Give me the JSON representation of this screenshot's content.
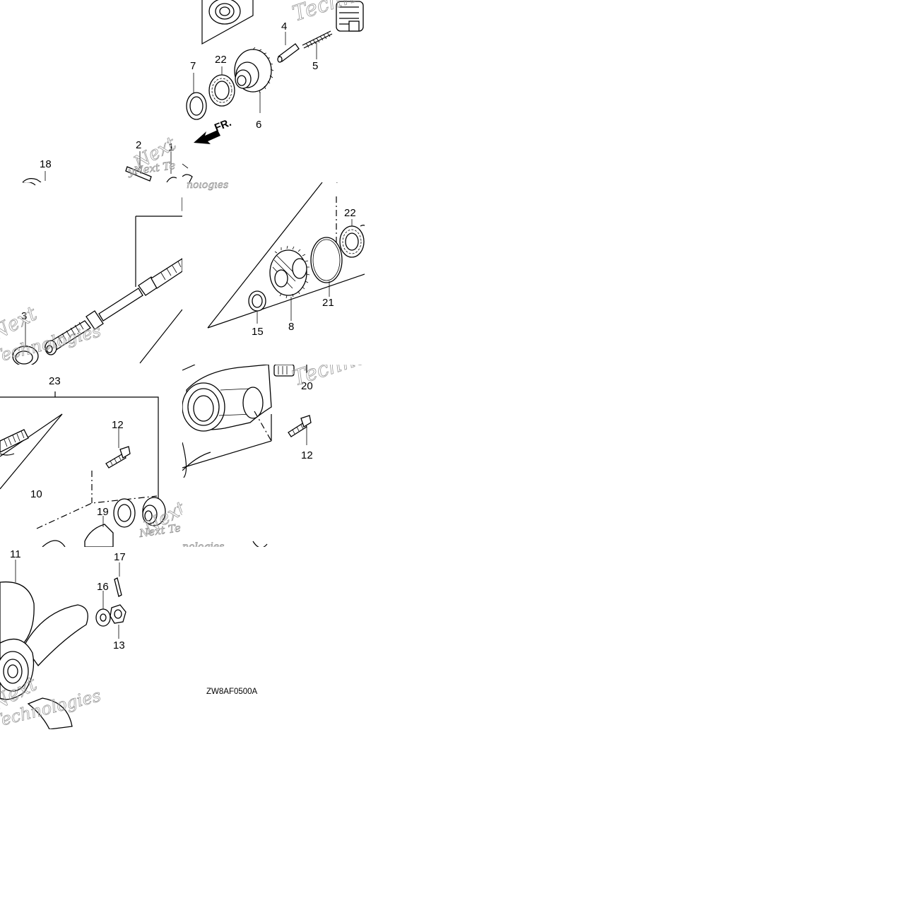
{
  "diagram": {
    "callouts": {
      "c1": "1",
      "c2": "2",
      "c3": "3",
      "c4": "4",
      "c5": "5",
      "c6": "6",
      "c7": "7",
      "c8": "8",
      "c10": "10",
      "c11": "11",
      "c12a": "12",
      "c12b": "12",
      "c13": "13",
      "c15": "15",
      "c16": "16",
      "c17": "17",
      "c18": "18",
      "c19": "19",
      "c20": "20",
      "c21": "21",
      "c22a": "22",
      "c22b": "22",
      "c23": "23"
    },
    "front_marker": "FR.",
    "drawing_code": "ZW8AF0500A",
    "watermark": {
      "w1": "Techn",
      "w2": "yNext Te",
      "w3": "nologies",
      "w4": "Next",
      "w5": "Technologies",
      "w6": "Techno",
      "w7": "Next Te",
      "w8": "nologies",
      "w9": "Next",
      "w10": "Technologies"
    }
  }
}
